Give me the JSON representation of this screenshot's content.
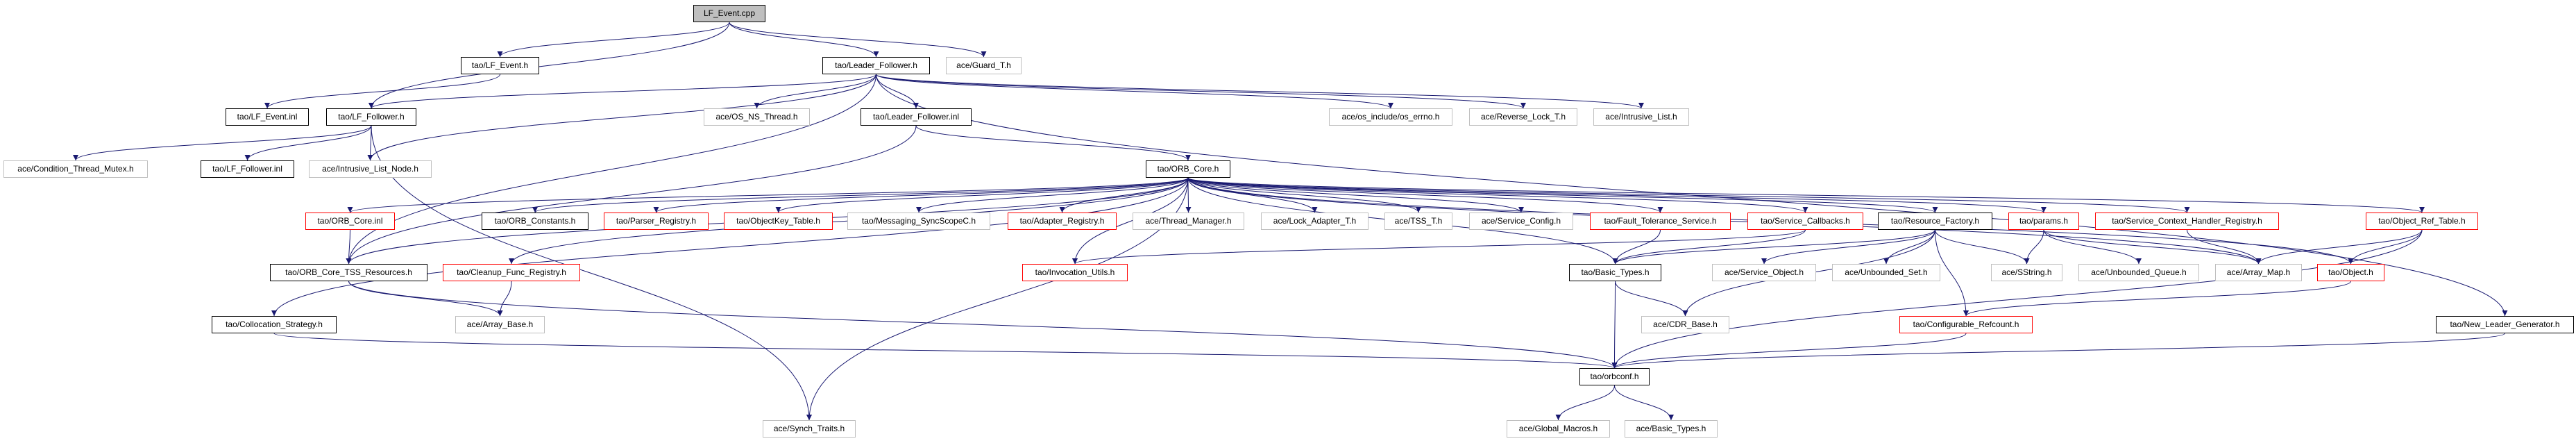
{
  "graph": {
    "title": "LF_Event.cpp",
    "colors": {
      "edge": "#191970",
      "root_fill": "#bfbfbf",
      "external_border": "#bfbfbf",
      "truncated_border": "#ff0000",
      "documented_border": "#000000"
    },
    "nodes": [
      {
        "label": "LF_Event.cpp",
        "kind": "root"
      },
      {
        "label": "tao/LF_Event.h",
        "kind": "documented"
      },
      {
        "label": "tao/Leader_Follower.h",
        "kind": "documented"
      },
      {
        "label": "ace/Guard_T.h",
        "kind": "external"
      },
      {
        "label": "tao/LF_Event.inl",
        "kind": "documented"
      },
      {
        "label": "tao/LF_Follower.h",
        "kind": "documented"
      },
      {
        "label": "ace/OS_NS_Thread.h",
        "kind": "external"
      },
      {
        "label": "tao/Leader_Follower.inl",
        "kind": "documented"
      },
      {
        "label": "ace/os_include/os_errno.h",
        "kind": "external"
      },
      {
        "label": "ace/Reverse_Lock_T.h",
        "kind": "external"
      },
      {
        "label": "ace/Intrusive_List.h",
        "kind": "external"
      },
      {
        "label": "ace/Condition_Thread_Mutex.h",
        "kind": "external"
      },
      {
        "label": "tao/LF_Follower.inl",
        "kind": "documented"
      },
      {
        "label": "ace/Intrusive_List_Node.h",
        "kind": "external"
      },
      {
        "label": "tao/ORB_Core.h",
        "kind": "documented"
      },
      {
        "label": "tao/ORB_Core.inl",
        "kind": "truncated"
      },
      {
        "label": "tao/ORB_Constants.h",
        "kind": "documented"
      },
      {
        "label": "tao/Parser_Registry.h",
        "kind": "truncated"
      },
      {
        "label": "tao/ObjectKey_Table.h",
        "kind": "truncated"
      },
      {
        "label": "tao/Messaging_SyncScopeC.h",
        "kind": "external"
      },
      {
        "label": "tao/Adapter_Registry.h",
        "kind": "truncated"
      },
      {
        "label": "ace/Thread_Manager.h",
        "kind": "external"
      },
      {
        "label": "ace/Lock_Adapter_T.h",
        "kind": "external"
      },
      {
        "label": "ace/TSS_T.h",
        "kind": "external"
      },
      {
        "label": "ace/Service_Config.h",
        "kind": "external"
      },
      {
        "label": "tao/Fault_Tolerance_Service.h",
        "kind": "truncated"
      },
      {
        "label": "tao/Service_Callbacks.h",
        "kind": "truncated"
      },
      {
        "label": "tao/Resource_Factory.h",
        "kind": "documented"
      },
      {
        "label": "tao/params.h",
        "kind": "truncated"
      },
      {
        "label": "tao/Service_Context_Handler_Registry.h",
        "kind": "truncated"
      },
      {
        "label": "tao/Object_Ref_Table.h",
        "kind": "truncated"
      },
      {
        "label": "tao/ORB_Core_TSS_Resources.h",
        "kind": "documented"
      },
      {
        "label": "tao/Cleanup_Func_Registry.h",
        "kind": "truncated"
      },
      {
        "label": "tao/Invocation_Utils.h",
        "kind": "truncated"
      },
      {
        "label": "tao/Basic_Types.h",
        "kind": "documented"
      },
      {
        "label": "ace/Service_Object.h",
        "kind": "external"
      },
      {
        "label": "ace/Unbounded_Set.h",
        "kind": "external"
      },
      {
        "label": "ace/SString.h",
        "kind": "external"
      },
      {
        "label": "ace/Unbounded_Queue.h",
        "kind": "external"
      },
      {
        "label": "ace/Array_Map.h",
        "kind": "external"
      },
      {
        "label": "tao/Object.h",
        "kind": "truncated"
      },
      {
        "label": "tao/Collocation_Strategy.h",
        "kind": "documented"
      },
      {
        "label": "ace/Array_Base.h",
        "kind": "external"
      },
      {
        "label": "ace/CDR_Base.h",
        "kind": "external"
      },
      {
        "label": "tao/Configurable_Refcount.h",
        "kind": "truncated"
      },
      {
        "label": "tao/New_Leader_Generator.h",
        "kind": "documented"
      },
      {
        "label": "tao/orbconf.h",
        "kind": "documented"
      },
      {
        "label": "ace/Synch_Traits.h",
        "kind": "external"
      },
      {
        "label": "ace/Global_Macros.h",
        "kind": "external"
      },
      {
        "label": "ace/Basic_Types.h",
        "kind": "external"
      }
    ],
    "edges": [
      [
        0,
        1
      ],
      [
        0,
        5
      ],
      [
        0,
        2
      ],
      [
        0,
        3
      ],
      [
        1,
        4
      ],
      [
        2,
        5
      ],
      [
        2,
        6
      ],
      [
        2,
        7
      ],
      [
        2,
        13
      ],
      [
        2,
        8
      ],
      [
        2,
        9
      ],
      [
        2,
        10
      ],
      [
        2,
        45
      ],
      [
        2,
        31
      ],
      [
        5,
        11
      ],
      [
        5,
        12
      ],
      [
        5,
        13
      ],
      [
        5,
        47
      ],
      [
        7,
        14
      ],
      [
        7,
        31
      ],
      [
        14,
        15
      ],
      [
        14,
        31
      ],
      [
        14,
        41
      ],
      [
        14,
        16
      ],
      [
        14,
        32
      ],
      [
        14,
        17
      ],
      [
        14,
        18
      ],
      [
        14,
        19
      ],
      [
        14,
        20
      ],
      [
        14,
        21
      ],
      [
        14,
        22
      ],
      [
        14,
        23
      ],
      [
        14,
        24
      ],
      [
        14,
        25
      ],
      [
        14,
        26
      ],
      [
        14,
        27
      ],
      [
        14,
        28
      ],
      [
        14,
        29
      ],
      [
        14,
        30
      ],
      [
        14,
        40
      ],
      [
        14,
        39
      ],
      [
        14,
        33
      ],
      [
        14,
        34
      ],
      [
        14,
        47
      ],
      [
        15,
        31
      ],
      [
        31,
        42
      ],
      [
        31,
        46
      ],
      [
        32,
        42
      ],
      [
        41,
        46
      ],
      [
        25,
        34
      ],
      [
        26,
        34
      ],
      [
        26,
        33
      ],
      [
        27,
        34
      ],
      [
        27,
        43
      ],
      [
        27,
        35
      ],
      [
        27,
        36
      ],
      [
        27,
        37
      ],
      [
        27,
        44
      ],
      [
        28,
        37
      ],
      [
        28,
        38
      ],
      [
        28,
        39
      ],
      [
        29,
        39
      ],
      [
        30,
        39
      ],
      [
        30,
        40
      ],
      [
        30,
        46
      ],
      [
        40,
        44
      ],
      [
        34,
        43
      ],
      [
        34,
        46
      ],
      [
        44,
        46
      ],
      [
        45,
        46
      ],
      [
        46,
        48
      ],
      [
        46,
        49
      ]
    ]
  }
}
